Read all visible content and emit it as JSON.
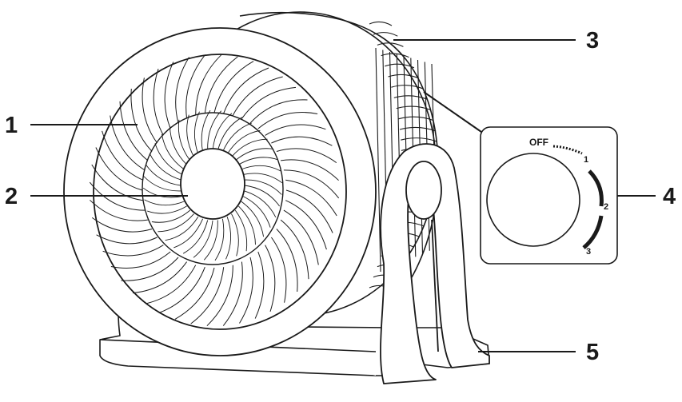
{
  "callouts": {
    "c1": "1",
    "c2": "2",
    "c3": "3",
    "c4": "4",
    "c5": "5"
  },
  "dial": {
    "off": "OFF",
    "s1": "1",
    "s2": "2",
    "s3": "3"
  },
  "colors": {
    "line": "#1a1a1a",
    "background": "#ffffff"
  }
}
